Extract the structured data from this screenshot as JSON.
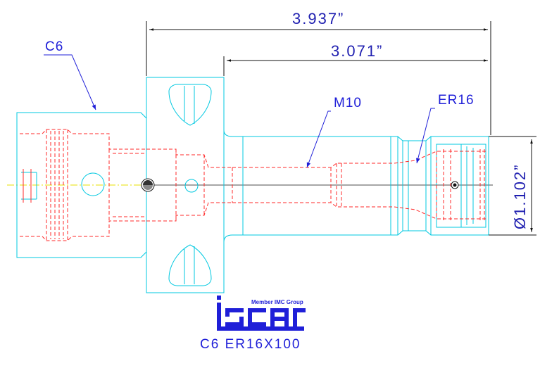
{
  "dimensions": {
    "overall_length": "3.937”",
    "gauge_length": "3.071”",
    "diameter": "Ø1.102”"
  },
  "labels": {
    "shank": "C6",
    "thread": "M10",
    "collet": "ER16"
  },
  "logo": {
    "tagline": "Member IMC Group",
    "brand": "iscar",
    "color": "#1f1fd8"
  },
  "caption": "C6  ER16X100",
  "colors": {
    "outline": "#00c8e0",
    "hidden": "#ff2a2a",
    "annotation": "#1f1fd8"
  }
}
